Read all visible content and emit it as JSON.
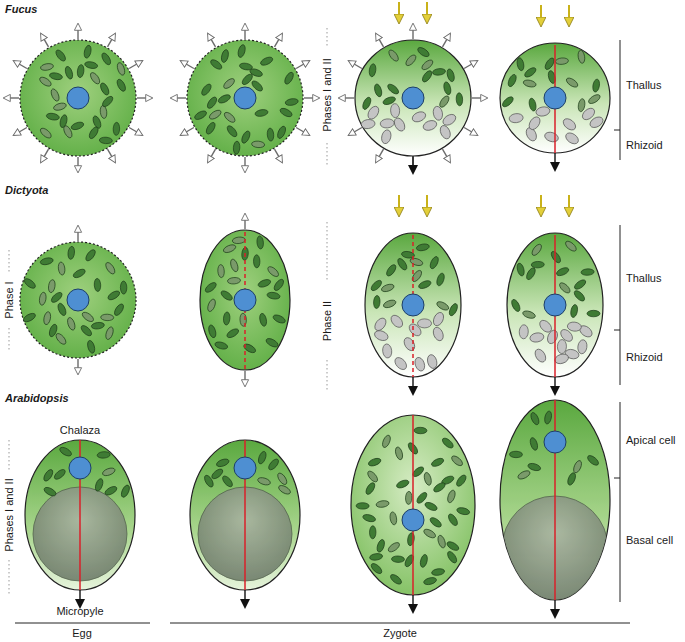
{
  "diagram": {
    "labels": [
      "Fucus",
      "Phases I and II",
      "Thallus",
      "Rhizoid",
      "Dictyota",
      "Phase I",
      "Phase II",
      "Thallus",
      "Rhizoid",
      "Arabidopsis",
      "Phases I and II",
      "Chalaza",
      "Apical cell",
      "Basal cell",
      "Micropyle",
      "Egg",
      "Zygote"
    ]
  }
}
